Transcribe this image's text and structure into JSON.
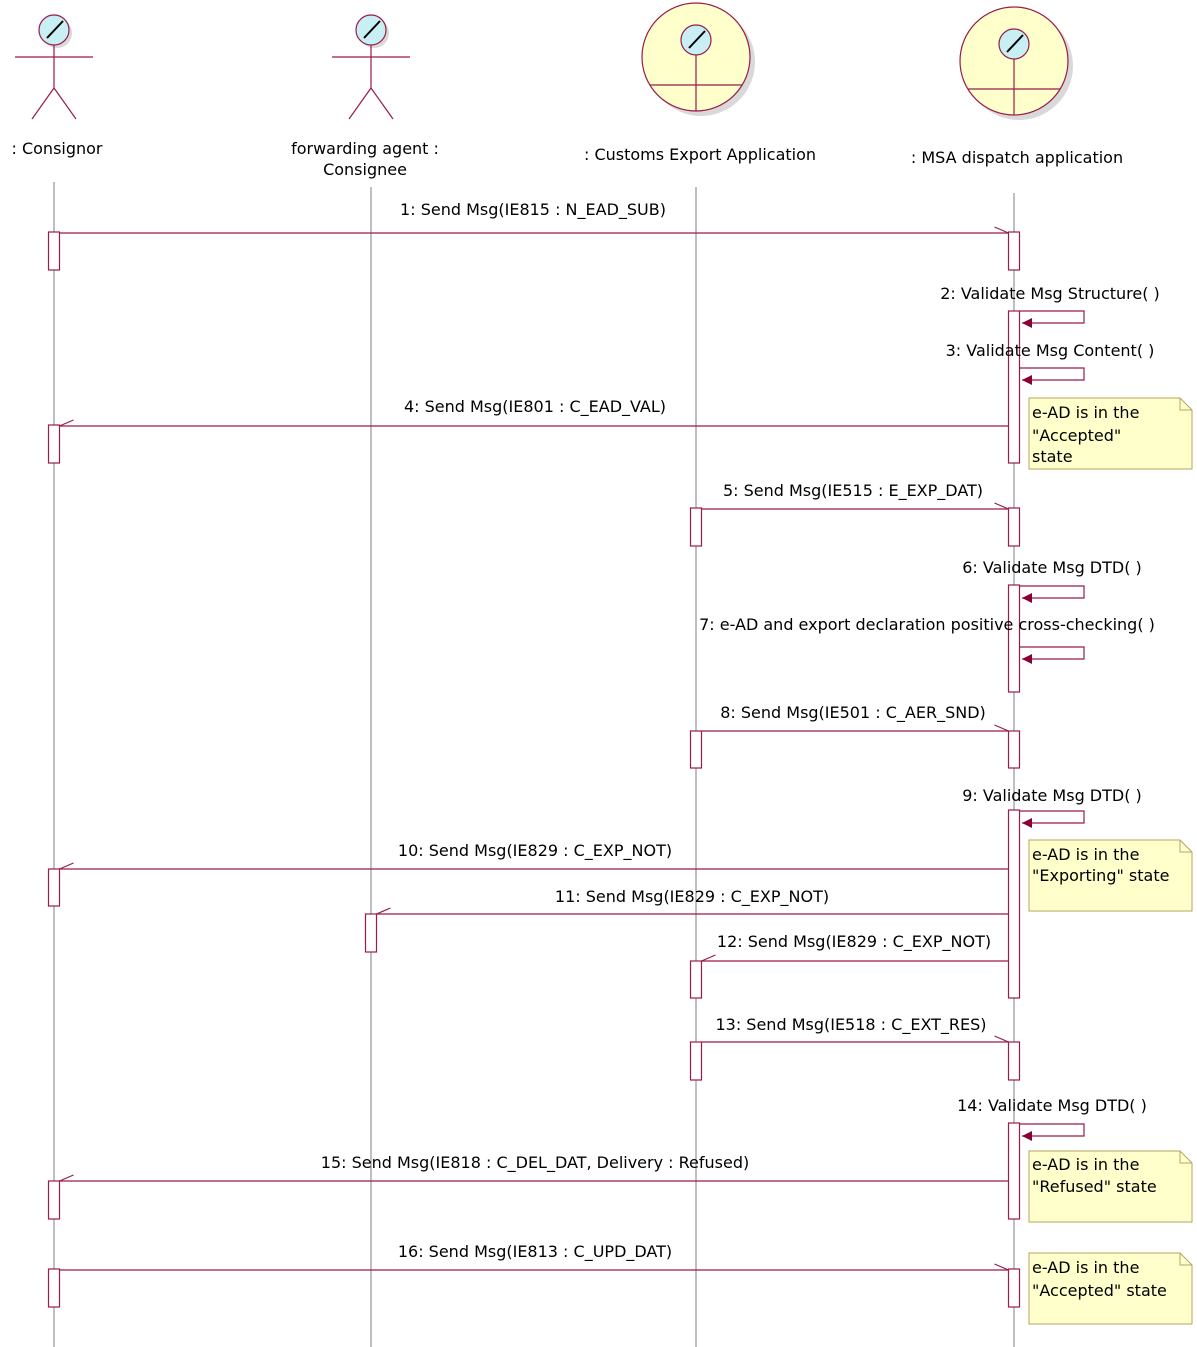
{
  "participants": [
    {
      "id": "consignor",
      "kind": "actor",
      "label_lines": [
        ": Consignor"
      ]
    },
    {
      "id": "consignee",
      "kind": "actor",
      "label_lines": [
        "forwarding agent :",
        "Consignee"
      ]
    },
    {
      "id": "customs",
      "kind": "control",
      "label_lines": [
        ": Customs Export Application"
      ]
    },
    {
      "id": "msa",
      "kind": "control",
      "label_lines": [
        ": MSA dispatch application"
      ]
    }
  ],
  "messages": [
    {
      "id": 1,
      "from": "consignor",
      "to": "msa",
      "label": "1: Send Msg(IE815 : N_EAD_SUB)"
    },
    {
      "id": 2,
      "from": "msa",
      "to": "msa",
      "label": "2: Validate Msg Structure( )"
    },
    {
      "id": 3,
      "from": "msa",
      "to": "msa",
      "label": "3: Validate Msg Content( )"
    },
    {
      "id": 4,
      "from": "msa",
      "to": "consignor",
      "label": "4: Send Msg(IE801 : C_EAD_VAL)"
    },
    {
      "id": 5,
      "from": "customs",
      "to": "msa",
      "label": "5: Send Msg(IE515 : E_EXP_DAT)"
    },
    {
      "id": 6,
      "from": "msa",
      "to": "msa",
      "label": "6: Validate Msg DTD( )"
    },
    {
      "id": 7,
      "from": "msa",
      "to": "msa",
      "label": "7: e-AD and export declaration positive cross-checking( )"
    },
    {
      "id": 8,
      "from": "customs",
      "to": "msa",
      "label": "8: Send Msg(IE501 : C_AER_SND)"
    },
    {
      "id": 9,
      "from": "msa",
      "to": "msa",
      "label": "9: Validate Msg DTD( )"
    },
    {
      "id": 10,
      "from": "msa",
      "to": "consignor",
      "label": "10: Send Msg(IE829 : C_EXP_NOT)"
    },
    {
      "id": 11,
      "from": "msa",
      "to": "consignee",
      "label": "11: Send Msg(IE829 : C_EXP_NOT)"
    },
    {
      "id": 12,
      "from": "msa",
      "to": "customs",
      "label": "12: Send Msg(IE829 : C_EXP_NOT)"
    },
    {
      "id": 13,
      "from": "customs",
      "to": "msa",
      "label": "13: Send Msg(IE518 : C_EXT_RES)"
    },
    {
      "id": 14,
      "from": "msa",
      "to": "msa",
      "label": "14: Validate Msg DTD( )"
    },
    {
      "id": 15,
      "from": "msa",
      "to": "consignor",
      "label": "15: Send Msg(IE818 : C_DEL_DAT, Delivery : Refused)"
    },
    {
      "id": 16,
      "from": "consignor",
      "to": "msa",
      "label": "16: Send Msg(IE813 : C_UPD_DAT)"
    }
  ],
  "notes": [
    {
      "id": "note-accepted-1",
      "lines": [
        "e-AD is in the",
        "\"Accepted\"",
        "state"
      ]
    },
    {
      "id": "note-exporting",
      "lines": [
        "e-AD is in the",
        "\"Exporting\" state"
      ]
    },
    {
      "id": "note-refused",
      "lines": [
        "e-AD is in the",
        "\"Refused\" state"
      ]
    },
    {
      "id": "note-accepted-2",
      "lines": [
        "e-AD is in the",
        "\"Accepted\" state"
      ]
    }
  ],
  "colors": {
    "line": "#9a1a4a",
    "lifeline": "#7f7f7f",
    "arrowhead": "#8b0033",
    "note_fill": "#ffffcc",
    "note_stroke": "#b5a55f",
    "actor_head_fill": "#c8f0f4",
    "control_fill": "#ffffcc"
  }
}
